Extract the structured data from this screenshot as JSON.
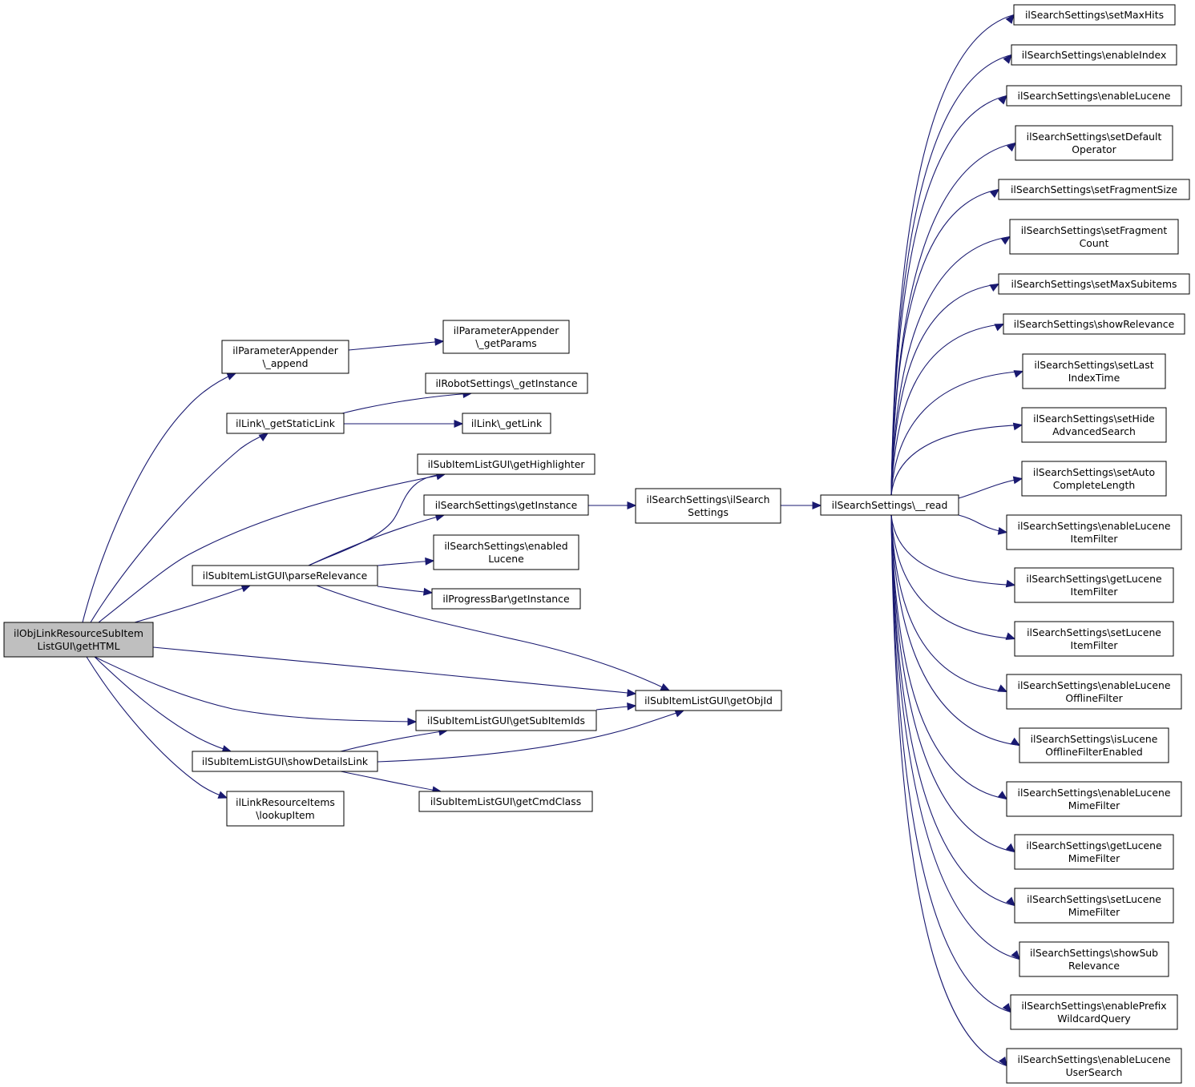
{
  "nodes": {
    "root": [
      "ilObjLinkResourceSubItem",
      "ListGUI\\getHTML"
    ],
    "pa_append": [
      "ilParameterAppender",
      "\\_append"
    ],
    "pa_getparams": [
      "ilParameterAppender",
      "\\_getParams"
    ],
    "robot": [
      "ilRobotSettings\\_getInstance"
    ],
    "staticlink": [
      "ilLink\\_getStaticLink"
    ],
    "getlink": [
      "ilLink\\_getLink"
    ],
    "highlighter": [
      "ilSubItemListGUI\\getHighlighter"
    ],
    "ss_getinstance": [
      "ilSearchSettings\\getInstance"
    ],
    "ss_enabledlucene": [
      "ilSearchSettings\\enabled",
      "Lucene"
    ],
    "progressbar": [
      "ilProgressBar\\getInstance"
    ],
    "parserelevance": [
      "ilSubItemListGUI\\parseRelevance"
    ],
    "ss_construct": [
      "ilSearchSettings\\ilSearch",
      "Settings"
    ],
    "ss_read": [
      "ilSearchSettings\\__read"
    ],
    "getobjid": [
      "ilSubItemListGUI\\getObjId"
    ],
    "getsubitemids": [
      "ilSubItemListGUI\\getSubItemIds"
    ],
    "showdetailslink": [
      "ilSubItemListGUI\\showDetailsLink"
    ],
    "getcmdclass": [
      "ilSubItemListGUI\\getCmdClass"
    ],
    "lookupitem": [
      "ilLinkResourceItems",
      "\\lookupItem"
    ],
    "r01": [
      "ilSearchSettings\\setMaxHits"
    ],
    "r02": [
      "ilSearchSettings\\enableIndex"
    ],
    "r03": [
      "ilSearchSettings\\enableLucene"
    ],
    "r04": [
      "ilSearchSettings\\setDefault",
      "Operator"
    ],
    "r05": [
      "ilSearchSettings\\setFragmentSize"
    ],
    "r06": [
      "ilSearchSettings\\setFragment",
      "Count"
    ],
    "r07": [
      "ilSearchSettings\\setMaxSubitems"
    ],
    "r08": [
      "ilSearchSettings\\showRelevance"
    ],
    "r09": [
      "ilSearchSettings\\setLast",
      "IndexTime"
    ],
    "r10": [
      "ilSearchSettings\\setHide",
      "AdvancedSearch"
    ],
    "r11": [
      "ilSearchSettings\\setAuto",
      "CompleteLength"
    ],
    "r12": [
      "ilSearchSettings\\enableLucene",
      "ItemFilter"
    ],
    "r13": [
      "ilSearchSettings\\getLucene",
      "ItemFilter"
    ],
    "r14": [
      "ilSearchSettings\\setLucene",
      "ItemFilter"
    ],
    "r15": [
      "ilSearchSettings\\enableLucene",
      "OfflineFilter"
    ],
    "r16": [
      "ilSearchSettings\\isLucene",
      "OfflineFilterEnabled"
    ],
    "r17": [
      "ilSearchSettings\\enableLucene",
      "MimeFilter"
    ],
    "r18": [
      "ilSearchSettings\\getLucene",
      "MimeFilter"
    ],
    "r19": [
      "ilSearchSettings\\setLucene",
      "MimeFilter"
    ],
    "r20": [
      "ilSearchSettings\\showSub",
      "Relevance"
    ],
    "r21": [
      "ilSearchSettings\\enablePrefix",
      "WildcardQuery"
    ],
    "r22": [
      "ilSearchSettings\\enableLucene",
      "UserSearch"
    ]
  },
  "edges": [
    [
      "root",
      "pa_append"
    ],
    [
      "root",
      "staticlink"
    ],
    [
      "root",
      "highlighter"
    ],
    [
      "root",
      "parserelevance"
    ],
    [
      "root",
      "getobjid"
    ],
    [
      "root",
      "getsubitemids"
    ],
    [
      "root",
      "showdetailslink"
    ],
    [
      "root",
      "lookupitem"
    ],
    [
      "pa_append",
      "pa_getparams"
    ],
    [
      "staticlink",
      "robot"
    ],
    [
      "staticlink",
      "getlink"
    ],
    [
      "parserelevance",
      "highlighter"
    ],
    [
      "parserelevance",
      "ss_getinstance"
    ],
    [
      "parserelevance",
      "ss_enabledlucene"
    ],
    [
      "parserelevance",
      "progressbar"
    ],
    [
      "parserelevance",
      "getobjid"
    ],
    [
      "ss_getinstance",
      "ss_construct"
    ],
    [
      "ss_construct",
      "ss_read"
    ],
    [
      "showdetailslink",
      "getsubitemids"
    ],
    [
      "showdetailslink",
      "getobjid"
    ],
    [
      "showdetailslink",
      "getcmdclass"
    ],
    [
      "getsubitemids",
      "getobjid"
    ],
    [
      "ss_read",
      "r01"
    ],
    [
      "ss_read",
      "r02"
    ],
    [
      "ss_read",
      "r03"
    ],
    [
      "ss_read",
      "r04"
    ],
    [
      "ss_read",
      "r05"
    ],
    [
      "ss_read",
      "r06"
    ],
    [
      "ss_read",
      "r07"
    ],
    [
      "ss_read",
      "r08"
    ],
    [
      "ss_read",
      "r09"
    ],
    [
      "ss_read",
      "r10"
    ],
    [
      "ss_read",
      "r11"
    ],
    [
      "ss_read",
      "r12"
    ],
    [
      "ss_read",
      "r13"
    ],
    [
      "ss_read",
      "r14"
    ],
    [
      "ss_read",
      "r15"
    ],
    [
      "ss_read",
      "r16"
    ],
    [
      "ss_read",
      "r17"
    ],
    [
      "ss_read",
      "r18"
    ],
    [
      "ss_read",
      "r19"
    ],
    [
      "ss_read",
      "r20"
    ],
    [
      "ss_read",
      "r21"
    ],
    [
      "ss_read",
      "r22"
    ]
  ],
  "colors": {
    "edge": "#191970",
    "root_fill": "#bfbfbf",
    "node_fill": "#ffffff",
    "border": "#000000"
  }
}
